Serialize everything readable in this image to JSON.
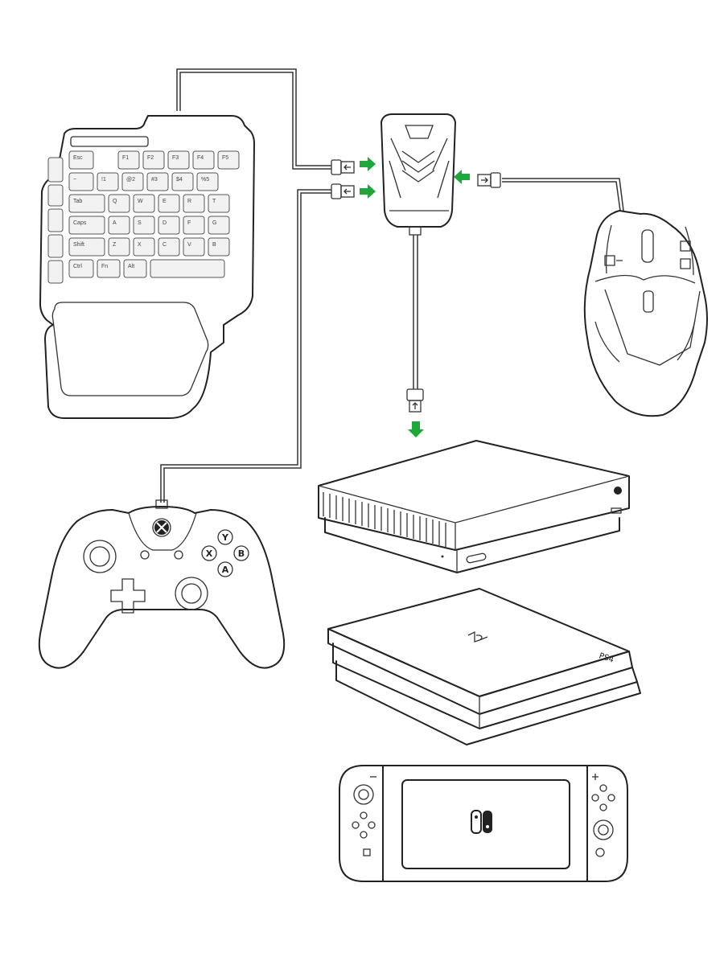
{
  "keyboard": {
    "rows": [
      [
        "Esc",
        "F1",
        "F2",
        "F3",
        "F4",
        "F5"
      ],
      [
        "~",
        "!1",
        "@2",
        "#3",
        "$4",
        "%5"
      ],
      [
        "Tab",
        "Q",
        "W",
        "E",
        "R",
        "T"
      ],
      [
        "Caps",
        "A",
        "S",
        "D",
        "F",
        "G"
      ],
      [
        "Shift",
        "Z",
        "X",
        "C",
        "V",
        "B"
      ],
      [
        "Ctrl",
        "Fn",
        "Alt",
        ""
      ]
    ]
  },
  "controller": {
    "face_buttons": [
      "Y",
      "X",
      "B",
      "A"
    ]
  },
  "ps4_label": "PS4",
  "colors": {
    "arrow": "#1fa83a",
    "line": "#222222",
    "key_fill": "#f2f2f2"
  },
  "icons": [
    "usb-plug-icon",
    "xbox-logo-icon",
    "playstation-logo-icon",
    "switch-logo-icon"
  ]
}
